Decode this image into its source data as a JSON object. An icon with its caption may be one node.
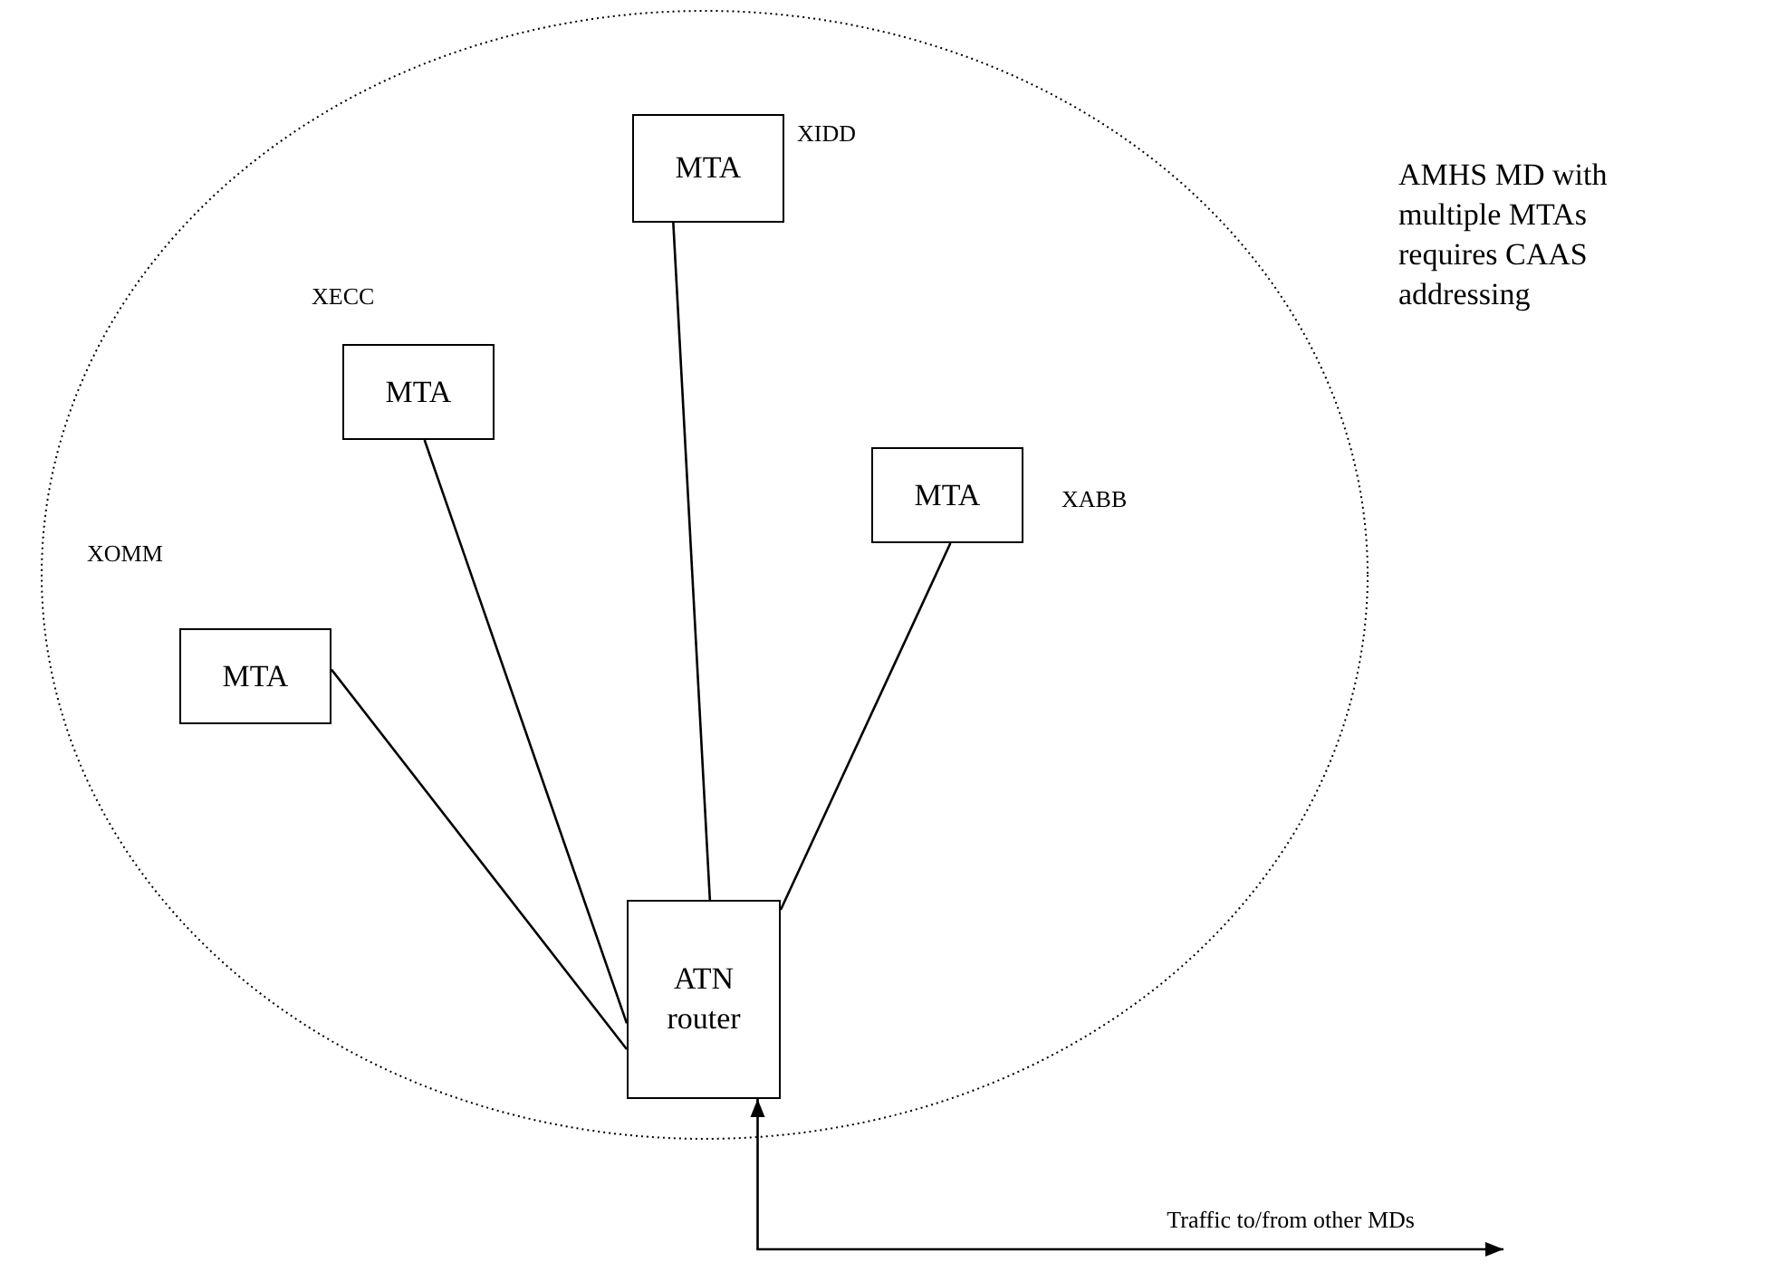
{
  "diagram": {
    "nodes": [
      {
        "text": [],
        "shape": "ellipse",
        "beside": [
          "AMHS MD with multiple MTAs requires CAAS addressing"
        ]
      },
      {
        "text": [
          "MTA"
        ],
        "in": 0,
        "beside": [
          "XIDD"
        ]
      },
      {
        "text": [
          "MTA"
        ],
        "in": 0,
        "beside": [
          "XECC"
        ]
      },
      {
        "text": [
          "MTA"
        ],
        "in": 0,
        "beside": [
          "XABB"
        ]
      },
      {
        "text": [
          "MTA"
        ],
        "in": 0,
        "beside": [
          "XOMM"
        ]
      },
      {
        "text": [
          "ATN router"
        ],
        "in": 0
      }
    ],
    "edges": [
      {
        "from": 1,
        "to": 5,
        "arrow": "none"
      },
      {
        "from": 2,
        "to": 5,
        "arrow": "none"
      },
      {
        "from": 3,
        "to": 5,
        "arrow": "none"
      },
      {
        "from": 4,
        "to": 5,
        "arrow": "none"
      },
      {
        "from": null,
        "to": 5,
        "arrow": "both",
        "label": "Traffic to/from other MDs"
      }
    ]
  }
}
